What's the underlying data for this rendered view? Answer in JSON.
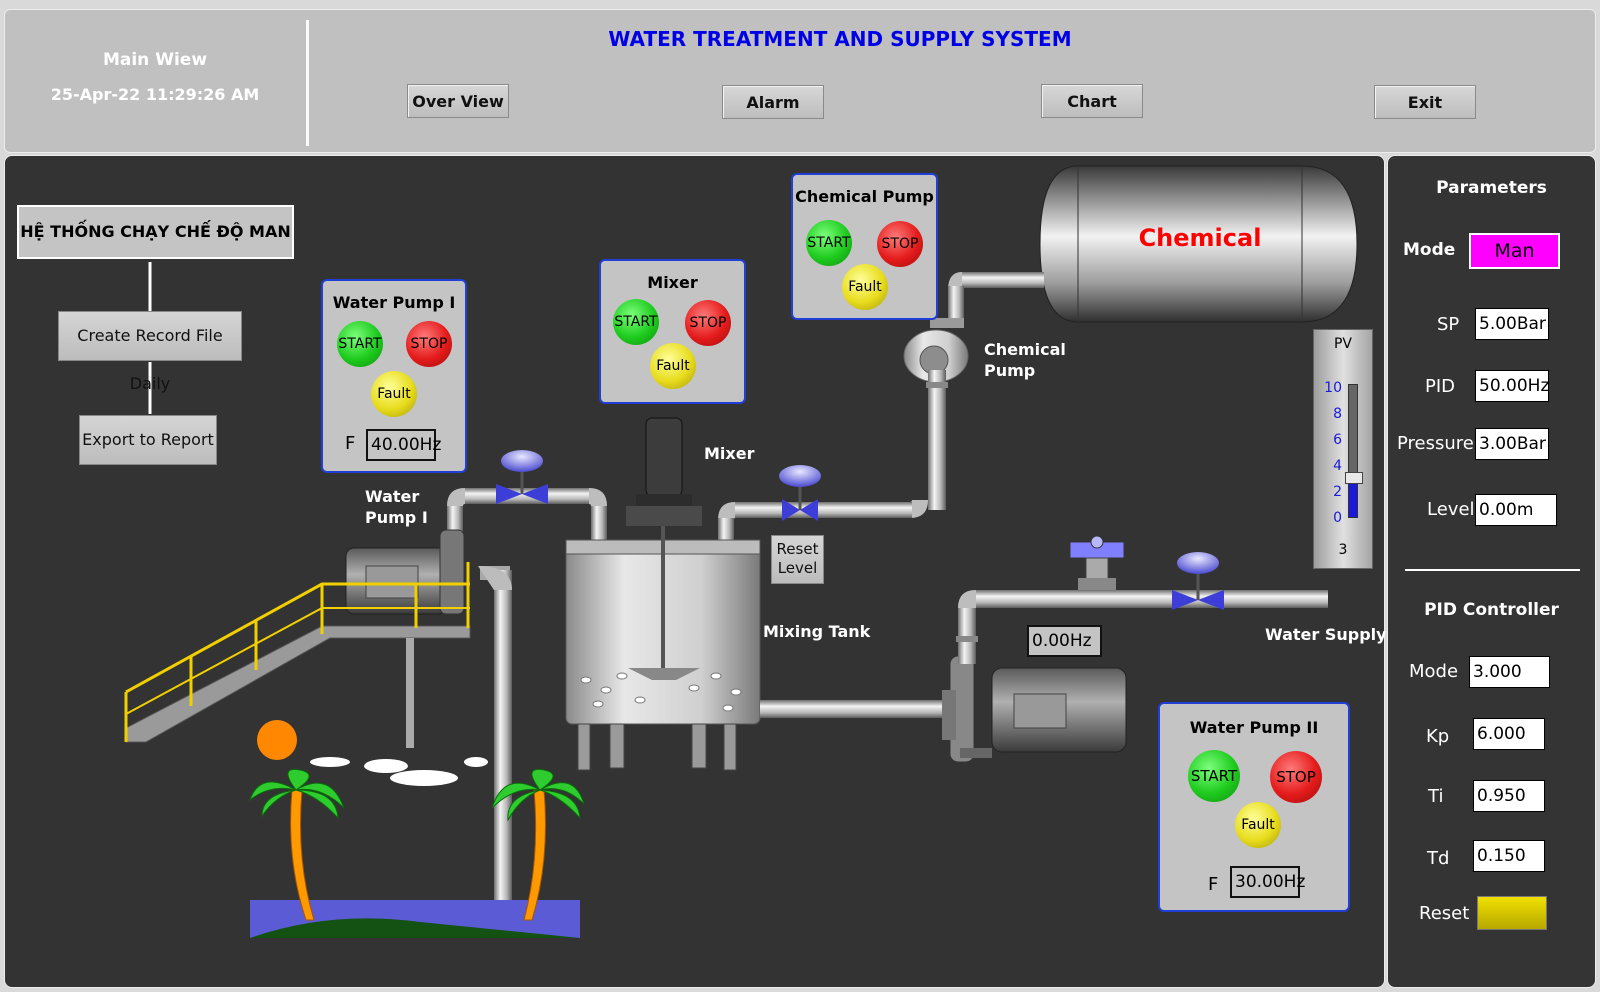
{
  "header": {
    "view_name": "Main Wiew",
    "datetime": "25-Apr-22 11:29:26 AM",
    "title": "WATER TREATMENT AND SUPPLY SYSTEM",
    "nav": {
      "overview": "Over View",
      "alarm": "Alarm",
      "chart": "Chart",
      "exit": "Exit"
    }
  },
  "left": {
    "mode_banner": "HỆ THỐNG CHẠY CHẾ ĐỘ MAN",
    "create_record": "Create Record File Daily",
    "export_report": "Export to Report"
  },
  "pump1": {
    "title": "Water Pump I",
    "start": "START",
    "stop": "STOP",
    "fault": "Fault",
    "f_label": "F",
    "freq": "40.00Hz",
    "caption_line1": "Water",
    "caption_line2": "Pump I"
  },
  "mixer": {
    "title": "Mixer",
    "start": "START",
    "stop": "STOP",
    "fault": "Fault",
    "caption": "Mixer"
  },
  "chem_pump": {
    "title": "Chemical Pump",
    "start": "START",
    "stop": "STOP",
    "fault": "Fault",
    "caption_line1": "Chemical",
    "caption_line2": "Pump"
  },
  "chem_tank": {
    "label": "Chemical"
  },
  "tank": {
    "caption": "Mixing Tank",
    "reset_line1": "Reset",
    "reset_line2": "Level"
  },
  "pump2": {
    "title": "Water Pump II",
    "start": "START",
    "stop": "STOP",
    "fault": "Fault",
    "f_label": "F",
    "freq": "30.00Hz",
    "freq_display": "0.00Hz"
  },
  "water_supply": "Water Supply",
  "pv_gauge": {
    "title": "PV",
    "ticks": [
      "10",
      "8",
      "6",
      "4",
      "2",
      "0"
    ],
    "value": "3",
    "level": 0.3
  },
  "parameters": {
    "title": "Parameters",
    "mode_label": "Mode",
    "mode_value": "Man",
    "sp_label": "SP",
    "sp_value": "5.00Bar",
    "pid_label": "PID",
    "pid_value": "50.00Hz",
    "pressure_label": "Pressure",
    "pressure_value": "3.00Bar",
    "level_label": "Level",
    "level_value": "0.00m"
  },
  "pid": {
    "title": "PID Controller",
    "mode_label": "Mode",
    "mode_value": "3.000",
    "kp_label": "Kp",
    "kp_value": "6.000",
    "ti_label": "Ti",
    "ti_value": "0.950",
    "td_label": "Td",
    "td_value": "0.150",
    "reset_label": "Reset"
  },
  "colors": {
    "title_blue": "#0000e6",
    "mode_magenta": "#ff00ff",
    "panel_border": "#1f3fd6",
    "chemical_red": "#ff0000",
    "reset_yellow": "#d9c800"
  }
}
